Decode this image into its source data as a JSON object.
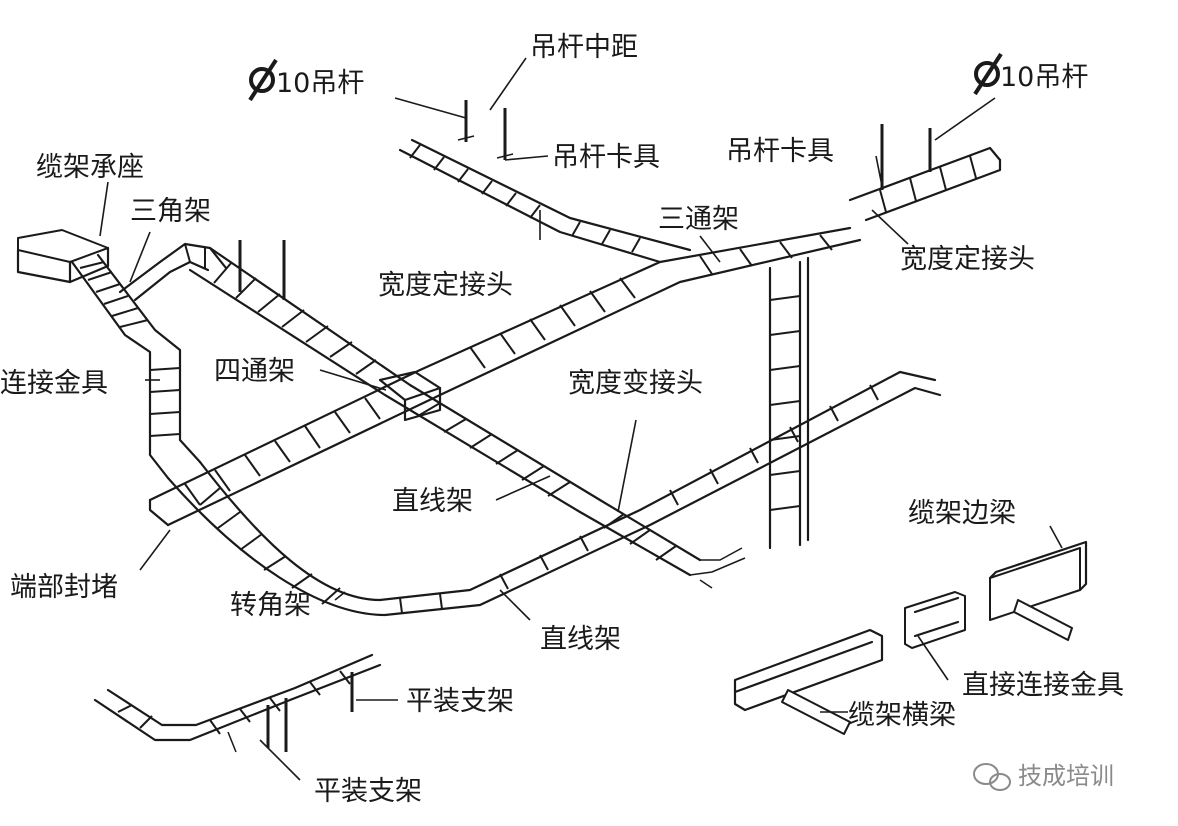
{
  "labels": {
    "hanger_rod_left": "10吊杆",
    "hanger_rod_right": "10吊杆",
    "hanger_spacing": "吊杆中距",
    "rod_clamp_top": "吊杆卡具",
    "rod_clamp_right": "吊杆卡具",
    "tray_bearing": "缆架承座",
    "triangle_bracket": "三角架",
    "tee_tray": "三通架",
    "width_fixed_joint_center": "宽度定接头",
    "width_fixed_joint_right": "宽度定接头",
    "connect_fitting": "连接金具",
    "cross_tray": "四通架",
    "width_reducer_joint": "宽度变接头",
    "straight_tray_center": "直线架",
    "straight_tray_bottom": "直线架",
    "end_cap": "端部封堵",
    "corner_tray": "转角架",
    "flat_support_top": "平装支架",
    "flat_support_bottom": "平装支架",
    "tray_side_beam": "缆架边梁",
    "direct_connect_fitting": "直接连接金具",
    "tray_cross_beam": "缆架横梁"
  },
  "watermark": {
    "text": "技成培训",
    "icon": "wechat-icon"
  }
}
